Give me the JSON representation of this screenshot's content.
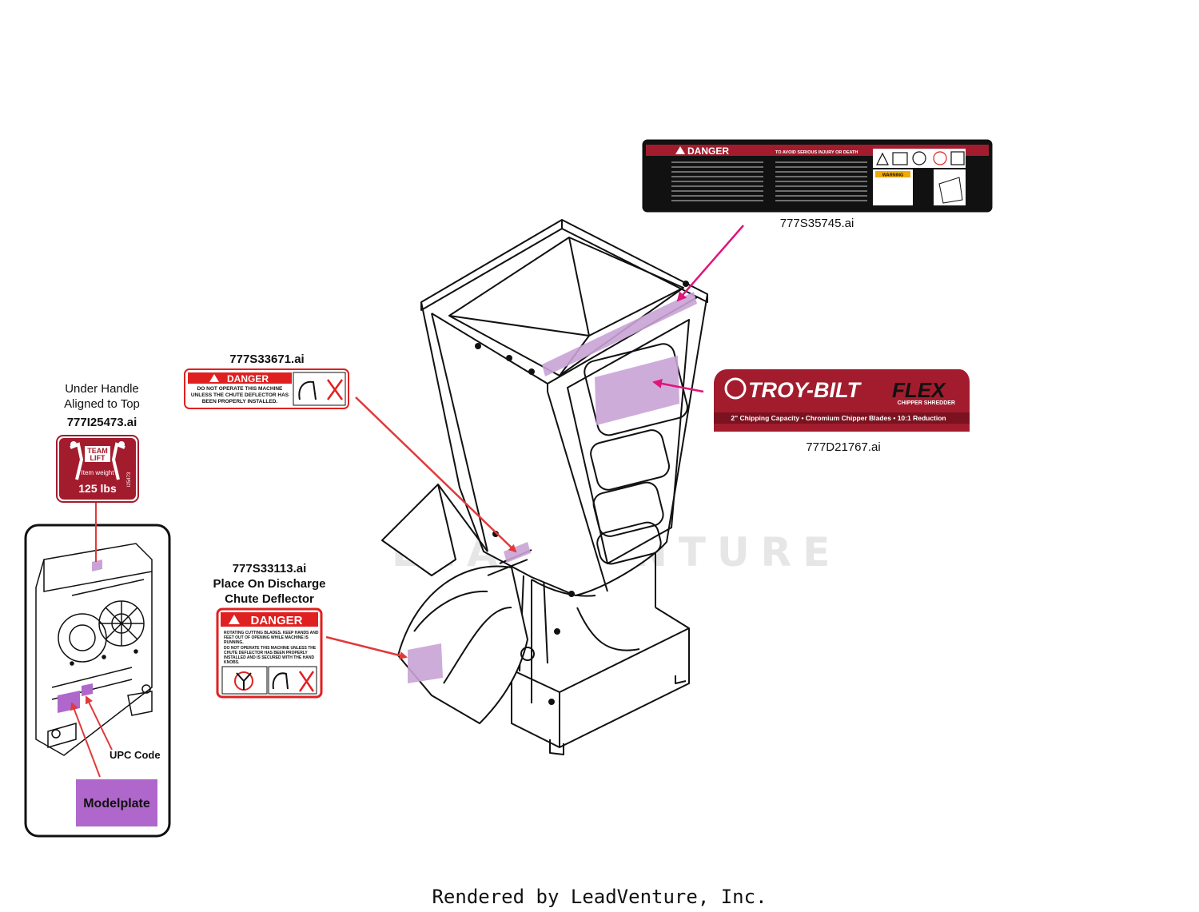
{
  "labels": {
    "under_handle_line1": "Under Handle",
    "under_handle_line2": "Aligned to Top",
    "team_lift_part": "777I25473.ai",
    "danger_chute_part": "777S33671.ai",
    "discharge_part": "777S33113.ai",
    "discharge_line1": "Place On Discharge",
    "discharge_line2": "Chute Deflector",
    "hopper_danger_part": "777S35745.ai",
    "brand_part": "777D21767.ai",
    "upc_code": "UPC Code",
    "modelplate": "Modelplate"
  },
  "team_lift_decal": {
    "line1": "TEAM",
    "line2": "LIFT",
    "item_weight": "Item weight",
    "weight": "125 lbs",
    "code": "I25473"
  },
  "danger_chute_decal": {
    "header": "DANGER",
    "text1": "DO NOT OPERATE THIS MACHINE",
    "text2": "UNLESS THE CHUTE DEFLECTOR HAS",
    "text3": "BEEN PROPERLY INSTALLED."
  },
  "discharge_decal": {
    "header": "DANGER",
    "b1a": "ROTATING CUTTING BLADES. KEEP HANDS AND",
    "b1b": "FEET OUT OF OPENING WHILE MACHINE IS",
    "b1c": "RUNNING.",
    "b2a": "DO NOT OPERATE THIS MACHINE UNLESS THE",
    "b2b": "CHUTE DEFLECTOR HAS BEEN PROPERLY",
    "b2c": "INSTALLED AND IS SECURED WITH THE HAND",
    "b2d": "KNOBS."
  },
  "hopper_decal": {
    "header": "DANGER",
    "subheader": "TO AVOID SERIOUS INJURY OR DEATH",
    "warning": "WARNING"
  },
  "brand_decal": {
    "brand": "TROY-BILT",
    "flex": "FLEX",
    "product": "CHIPPER SHREDDER",
    "tagline": "2\" Chipping Capacity • Chromium Chipper Blades • 10:1 Reduction"
  },
  "watermark": "LEADVENTURE",
  "footer": "Rendered by LeadVenture, Inc.",
  "colors": {
    "callout_purple": "#c9a3d6",
    "modelplate_purple": "#b067cc",
    "arrow_red": "#e03a3a",
    "arrow_magenta": "#e0157a",
    "danger_red": "#e02020",
    "decal_maroon": "#a31c2e",
    "hopper_black": "#111111"
  }
}
